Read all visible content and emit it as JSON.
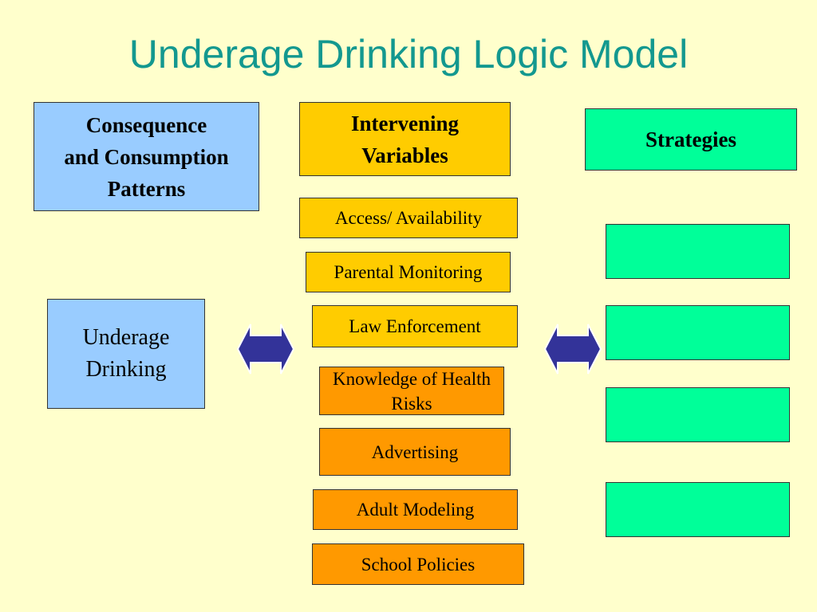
{
  "title": "Underage Drinking Logic Model",
  "headers": {
    "consequence": [
      "Consequence",
      "and Consumption",
      "Patterns"
    ],
    "intervening": [
      "Intervening",
      "Variables"
    ],
    "strategies": "Strategies"
  },
  "problem": [
    "Underage",
    "Drinking"
  ],
  "variables": [
    {
      "label": "Access/ Availability"
    },
    {
      "label": "Parental Monitoring"
    },
    {
      "label": "Law Enforcement"
    },
    {
      "label": "Knowledge of Health Risks"
    },
    {
      "label": "Advertising"
    },
    {
      "label": "Adult Modeling"
    },
    {
      "label": "School Policies"
    }
  ],
  "strategies": [
    "",
    "",
    "",
    ""
  ],
  "colors": {
    "background": "#ffffcc",
    "title": "#13988f",
    "consequence_box": "#99ccff",
    "intervening_box": "#ffcc00",
    "variable_box_light": "#ffcc00",
    "variable_box_dark": "#ff9900",
    "strategy_box": "#00ff99",
    "arrow": "#333399"
  }
}
